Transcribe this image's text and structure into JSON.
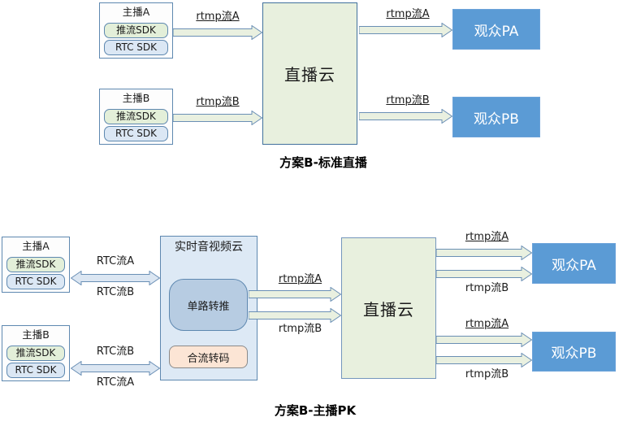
{
  "diagram_standard": {
    "title": "方案B-标准直播",
    "anchor_a": {
      "title": "主播A",
      "push_sdk": "推流SDK",
      "rtc_sdk": "RTC SDK"
    },
    "anchor_b": {
      "title": "主播B",
      "push_sdk": "推流SDK",
      "rtc_sdk": "RTC SDK"
    },
    "live_cloud": "直播云",
    "audience_a": "观众PA",
    "audience_b": "观众PB",
    "flow_in_a": "rtmp流A",
    "flow_in_b": "rtmp流B",
    "flow_out_a": "rtmp流A",
    "flow_out_b": "rtmp流B"
  },
  "diagram_pk": {
    "title": "方案B-主播PK",
    "anchor_a": {
      "title": "主播A",
      "push_sdk": "推流SDK",
      "rtc_sdk": "RTC SDK"
    },
    "anchor_b": {
      "title": "主播B",
      "push_sdk": "推流SDK",
      "rtc_sdk": "RTC SDK"
    },
    "rtc_cloud": {
      "title": "实时音视频云",
      "relay": "单路转推",
      "transcode": "合流转码"
    },
    "live_cloud": "直播云",
    "audience_a": "观众PA",
    "audience_b": "观众PB",
    "flow_rtc_a_top": "RTC流A",
    "flow_rtc_b_top": "RTC流B",
    "flow_rtc_b_bottom": "RTC流B",
    "flow_rtc_a_bottom": "RTC流A",
    "flow_mid_a": "rtmp流A",
    "flow_mid_b": "rtmp流B",
    "flow_pa_a": "rtmp流A",
    "flow_pa_b": "rtmp流B",
    "flow_pb_a": "rtmp流A",
    "flow_pb_b": "rtmp流B"
  },
  "colors": {
    "audience_fill": "#5b9bd5",
    "live_cloud_fill": "#e8f0de",
    "rtc_cloud_fill": "#dde9f5",
    "relay_fill": "#b7cce2",
    "transcode_fill": "#fce5d5",
    "push_sdk_fill": "#e3efd9",
    "rtc_sdk_fill": "#dbe7f4",
    "arrow_green_fill": "#e9f0e0",
    "arrow_blue_fill": "#dbe6f2",
    "line_blue": "#5e88b0"
  }
}
